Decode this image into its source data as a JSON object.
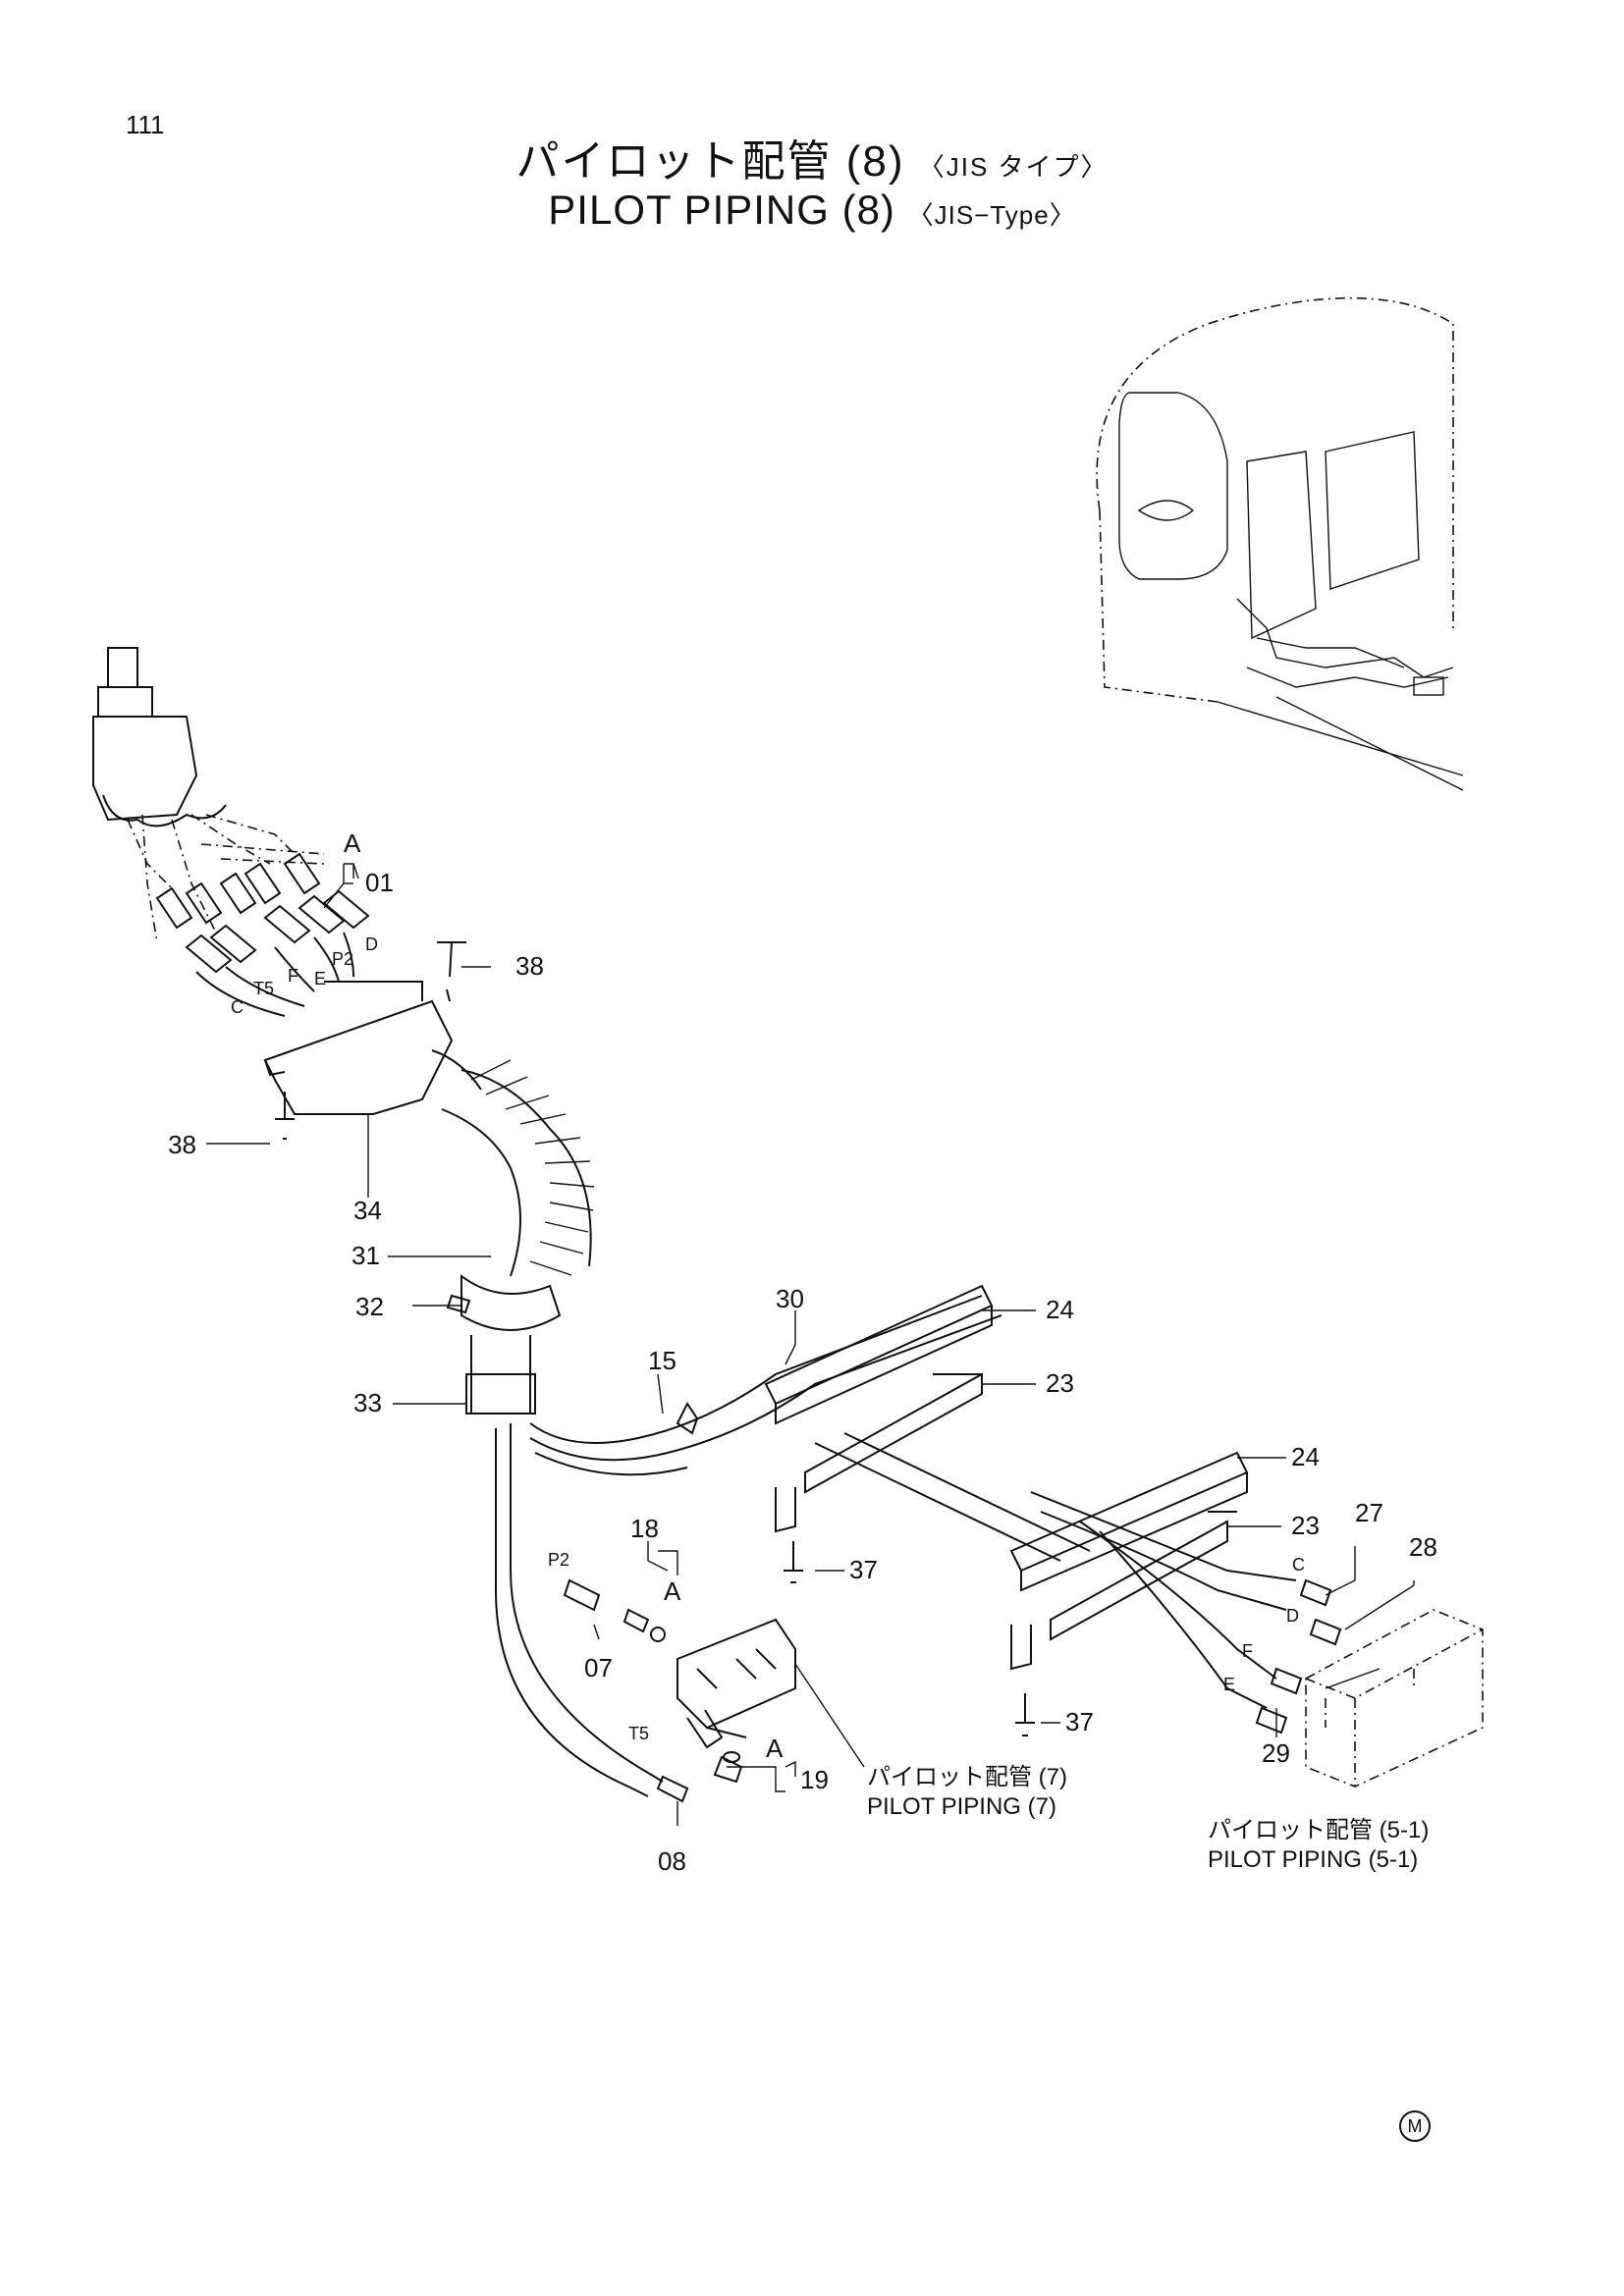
{
  "page": {
    "number": "111"
  },
  "title": {
    "jp": "パイロット配管 (8)",
    "jp_suffix": "〈JIS タイプ〉",
    "en": "PILOT PIPING (8)",
    "en_suffix": "〈JIS−Type〉"
  },
  "parts": {
    "p01": "01",
    "p07": "07",
    "p08": "08",
    "p15": "15",
    "p18": "18",
    "p19": "19",
    "p23a": "23",
    "p23b": "23",
    "p24a": "24",
    "p24b": "24",
    "p27": "27",
    "p28": "28",
    "p29": "29",
    "p30": "30",
    "p31": "31",
    "p32": "32",
    "p33": "33",
    "p34": "34",
    "p37a": "37",
    "p37b": "37",
    "p38a": "38",
    "p38b": "38"
  },
  "ports": {
    "a_top": "A",
    "a_mid": "A",
    "a_low": "A",
    "d_top": "D",
    "p2_top": "P2",
    "e_top": "E",
    "f_top": "F",
    "t5_top": "T5",
    "c_top": "C",
    "p2_low": "P2",
    "t5_low": "T5",
    "c_right": "C",
    "d_right": "D",
    "f_right": "F",
    "e_right": "E"
  },
  "references": {
    "ref7_jp": "パイロット配管 (7)",
    "ref7_en": "PILOT PIPING (7)",
    "ref51_jp": "パイロット配管 (5-1)",
    "ref51_en": "PILOT PIPING (5-1)"
  },
  "mark": "M"
}
